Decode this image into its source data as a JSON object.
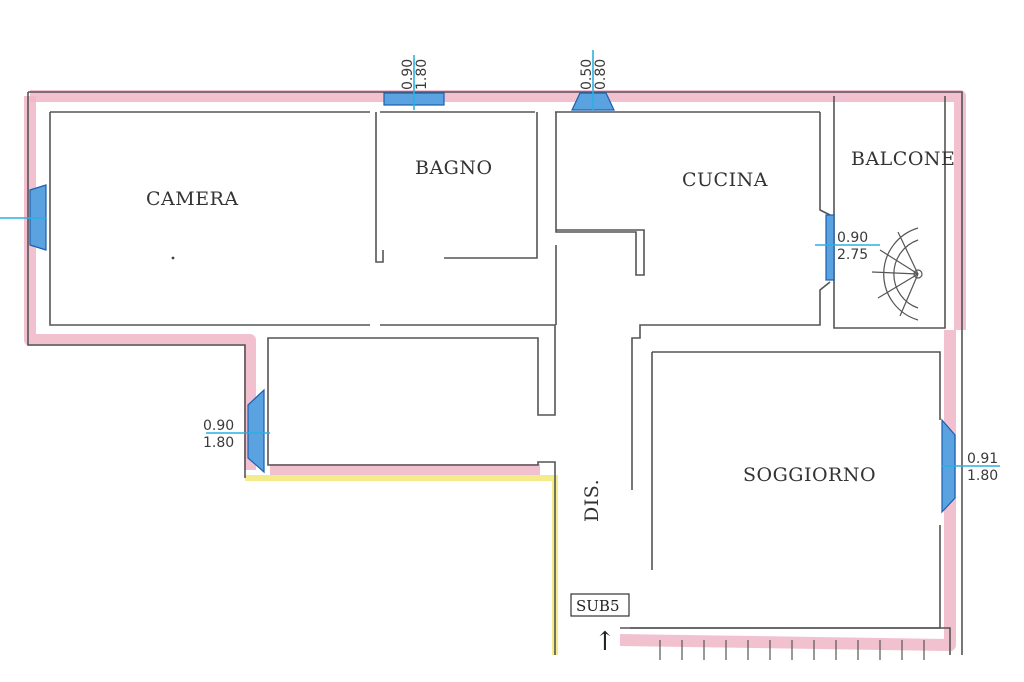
{
  "rooms": {
    "camera": "CAMERA",
    "bagno": "BAGNO",
    "cucina": "CUCINA",
    "balcone": "BALCONE",
    "soggiorno": "SOGGIORNO",
    "dis": "DIS."
  },
  "windows": {
    "top_bagno": {
      "w": "0.90",
      "h": "1.80"
    },
    "top_cucina": {
      "w": "0.50",
      "h": "0.80"
    },
    "cucina_balcone": {
      "w": "0.90",
      "h": "2.75"
    },
    "lower_left": {
      "w": "0.90",
      "h": "1.80"
    },
    "soggiorno_right": {
      "w": "0.91",
      "h": "1.80"
    }
  },
  "sub_marker": {
    "label": "SUB5",
    "arrow": "↑"
  },
  "colors": {
    "wall": "#555555",
    "highlight_pink": "#f0b6c8",
    "highlight_yellow": "#f4ec8a",
    "window_blue": "#5aa2e0",
    "dimension_cyan": "#2bb0e0"
  }
}
